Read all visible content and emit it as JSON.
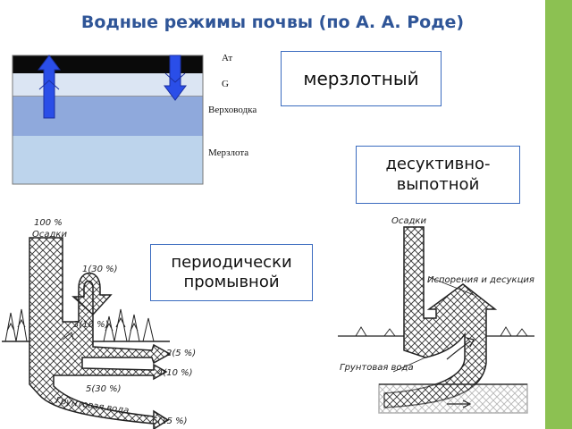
{
  "title": "Водные режимы почвы (по А. А. Роде)",
  "regimes": {
    "permafrost": "мерзлотный",
    "desuctive": "десуктивно-\nвыпотной",
    "periodic": "периодически\nпромывной"
  },
  "profile_labels": {
    "at": "Ат",
    "g": "G",
    "perched": "Верховодка",
    "permafrost_layer": "Мерзлота"
  },
  "left_diagram": {
    "top": "100 %",
    "precip": "Осадки",
    "flow1": "1(30 %)",
    "flow3": "3(10 %)",
    "flow2": "2(5 %)",
    "flow4": "4(10 %)",
    "flow5": "5(30 %)",
    "ground": "Грунтовая вода",
    "flow6": "6(15 %)"
  },
  "right_diagram": {
    "precip": "Осадки",
    "evap": "Испорения и десукция",
    "ground": "Грунтовая вода"
  },
  "colors": {
    "title": "#2f5597",
    "sidebar": "#8cc152",
    "box_border": "#3a6bbf",
    "arrow": "#2a4ee8"
  }
}
